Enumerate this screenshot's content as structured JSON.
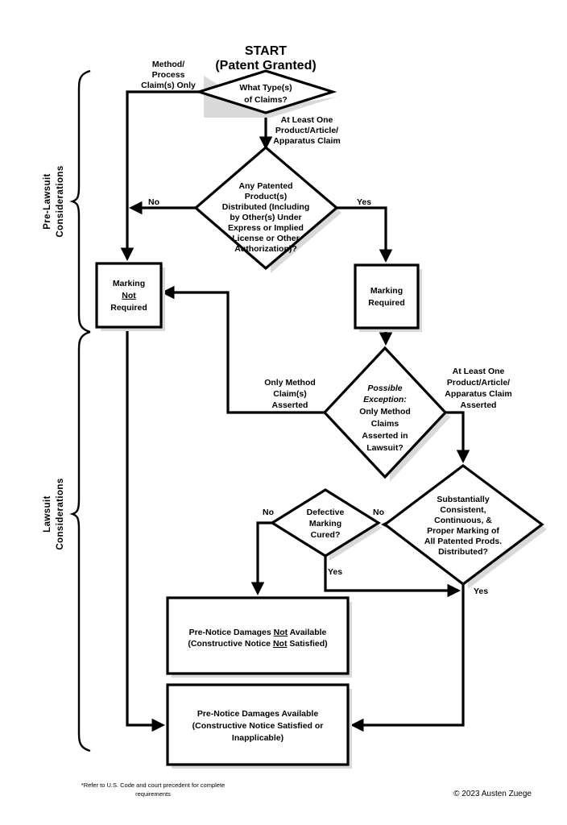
{
  "document": {
    "title": "Patent Marking / Constructive Notice Flowchart",
    "start_label_line1": "START",
    "start_label_line2": "(Patent Granted)"
  },
  "brackets": [
    {
      "id": "pre-lawsuit",
      "label_line1": "Pre-Lawsuit",
      "label_line2": "Considerations"
    },
    {
      "id": "lawsuit",
      "label_line1": "Lawsuit",
      "label_line2": "Considerations"
    }
  ],
  "nodes": {
    "claim_type": {
      "kind": "decision",
      "lines": [
        "What Type(s)",
        "of Claims?"
      ]
    },
    "products_distributed": {
      "kind": "decision",
      "lines": [
        "Any Patented",
        "Product(s)",
        "Distributed (Including",
        "by Other(s) Under",
        "Express or Implied",
        "License or Other",
        "Authorization)?"
      ]
    },
    "marking_not_required": {
      "kind": "process",
      "lines": [
        "Marking",
        "Not",
        "Required"
      ],
      "underlined_line_index": 1
    },
    "marking_required": {
      "kind": "process",
      "lines": [
        "Marking",
        "Required"
      ]
    },
    "possible_exception": {
      "kind": "decision",
      "italic_lines": [
        "Possible",
        "Exception:"
      ],
      "lines": [
        "Only Method",
        "Claims",
        "Asserted in",
        "Lawsuit?"
      ]
    },
    "proper_marking": {
      "kind": "decision",
      "lines": [
        "Substantially",
        "Consistent,",
        "Continuous, &",
        "Proper Marking of",
        "All Patented Prods.",
        "Distributed?"
      ]
    },
    "defective_cured": {
      "kind": "decision",
      "lines": [
        "Defective",
        "Marking",
        "Cured?"
      ]
    },
    "damages_not_available": {
      "kind": "process",
      "line1_pre": "Pre-Notice Damages ",
      "line1_underline": "Not",
      "line1_post": " Available",
      "line2_pre": "(Constructive Notice ",
      "line2_underline": "Not",
      "line2_post": " Satisfied)"
    },
    "damages_available": {
      "kind": "process",
      "lines": [
        "Pre-Notice Damages Available",
        "(Constructive Notice Satisfied or",
        "Inapplicable)"
      ]
    }
  },
  "edge_labels": {
    "method_only": [
      "Method/",
      "Process",
      "Claim(s) Only"
    ],
    "at_least_one_product": [
      "At Least One",
      "Product/Article/",
      "Apparatus Claim"
    ],
    "distributed_no": "No",
    "distributed_yes": "Yes",
    "only_method_asserted": [
      "Only Method",
      "Claim(s)",
      "Asserted"
    ],
    "at_least_one_product_asserted": [
      "At Least One",
      "Product/Article/",
      "Apparatus Claim",
      "Asserted"
    ],
    "proper_marking_no": "No",
    "proper_marking_yes": "Yes",
    "cured_no": "No",
    "cured_yes": "Yes"
  },
  "footer": {
    "note_line1": "*Refer to U.S. Code and court precedent for complete",
    "note_line2": "requirements",
    "copyright": "© 2023 Austen Zuege"
  },
  "colors": {
    "stroke": "#000000",
    "fill": "#ffffff",
    "shadow": "#d9d9d9",
    "background": "#ffffff"
  }
}
